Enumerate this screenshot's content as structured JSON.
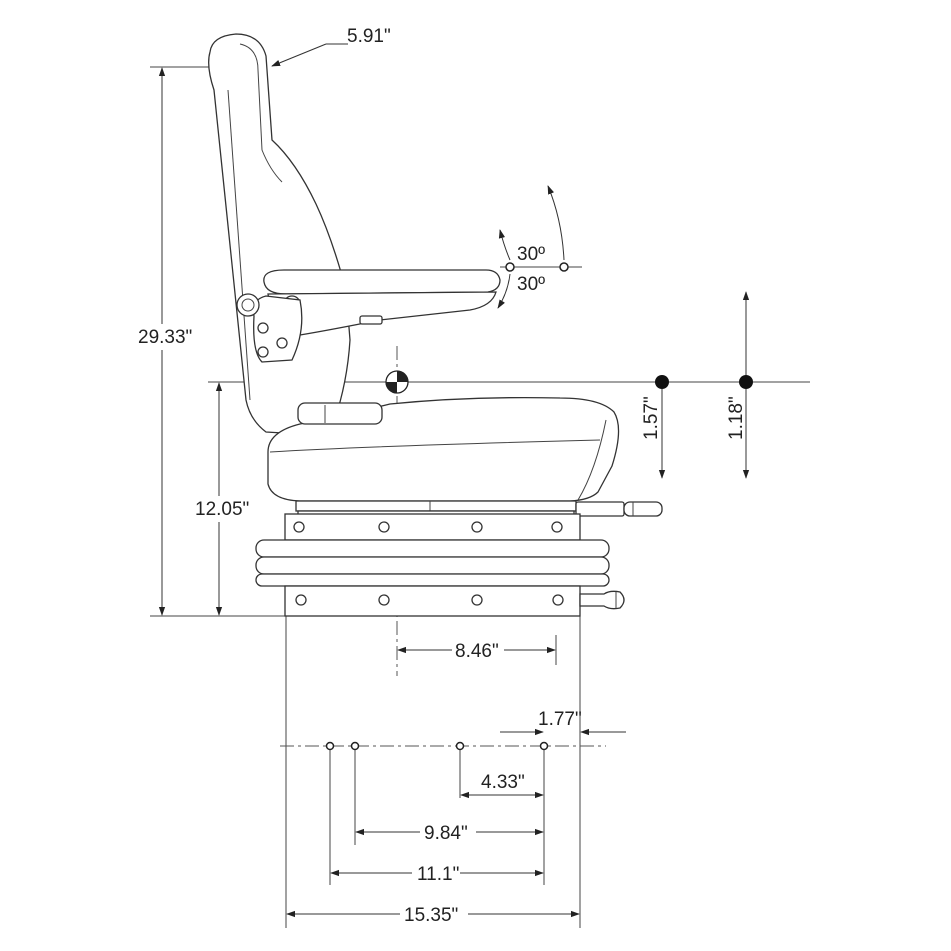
{
  "dimensions": {
    "headrest_offset": "5.91\"",
    "armrest_tilt_up": "30º",
    "armrest_tilt_down": "30º",
    "overall_height": "29.33\"",
    "seat_height": "12.05\"",
    "fore_aft_travel": "1.57\"",
    "height_travel": "1.18\"",
    "base_to_seat_index": "8.46\"",
    "hole_offset": "1.77\"",
    "hole_spacing_small": "4.33\"",
    "hole_spacing_medium": "9.84\"",
    "hole_spacing_large": "11.1\"",
    "base_width": "15.35\""
  },
  "colors": {
    "line": "#333333",
    "background": "#ffffff"
  },
  "icons": {
    "index_point": "center-of-gravity-icon",
    "travel_point": "filled-dot-icon"
  }
}
